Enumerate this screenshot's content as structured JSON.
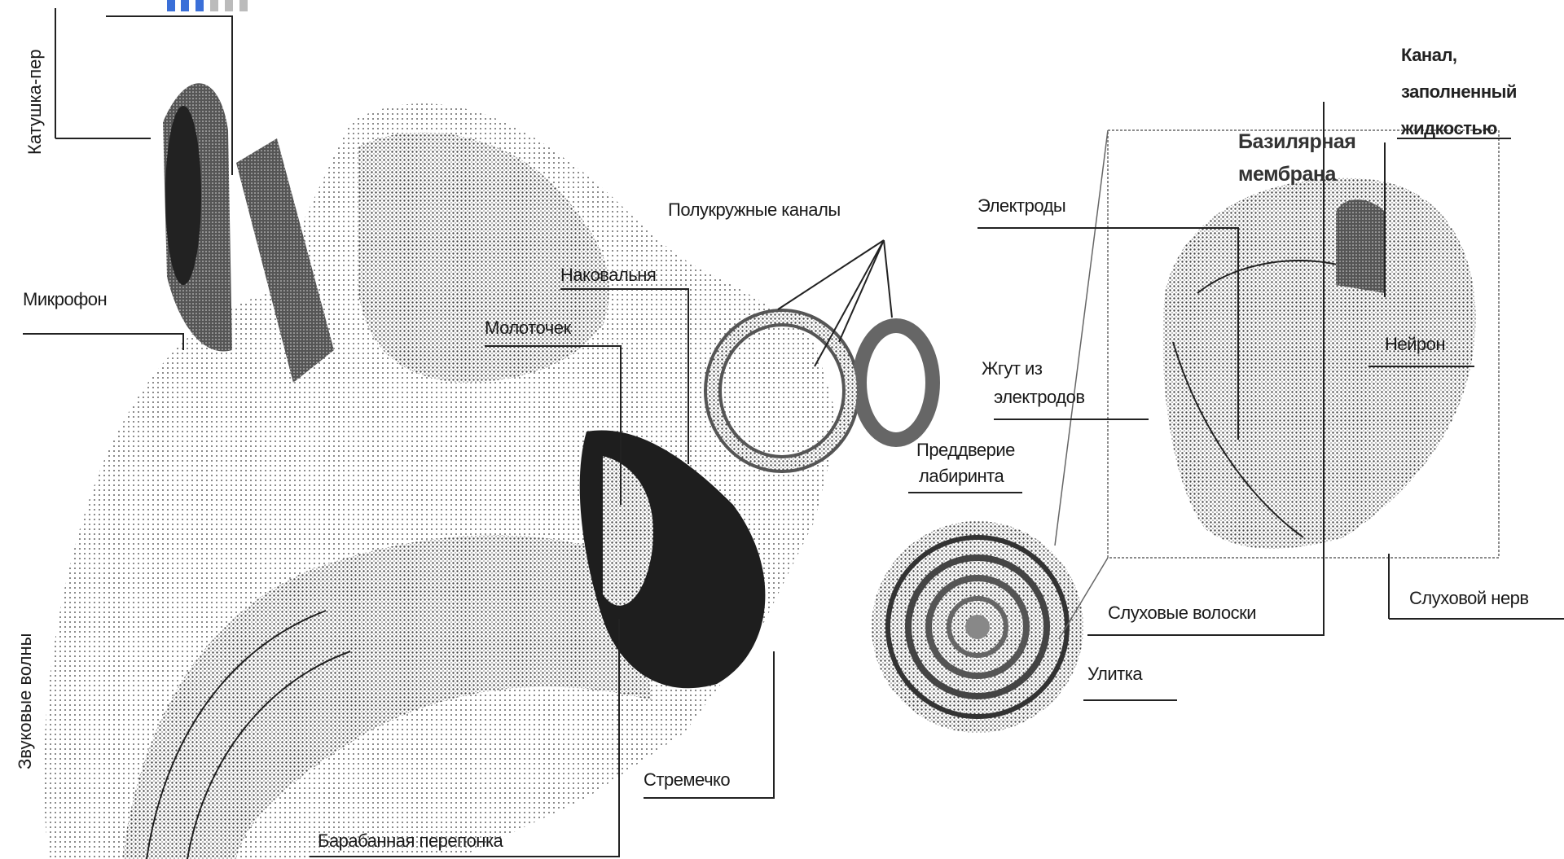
{
  "labels": {
    "coil": "Катушка-пер",
    "microphone": "Микрофон",
    "sound_waves": "Звуковые волны",
    "semicircular": "Полукружные каналы",
    "incus": "Наковальня",
    "malleus": "Молоточек",
    "stapes": "Стремечко",
    "eardrum": "Барабанная перепонка",
    "vestibule_1": "Преддверие",
    "vestibule_2": "лабиринта",
    "hair_cells": "Слуховые волоски",
    "cochlea": "Улитка",
    "electrodes": "Электроды",
    "bundle_1": "Жгут из",
    "bundle_2": "электродов",
    "basilar_1": "Базилярная",
    "basilar_2": "мембрана",
    "canal_1": "Канал,",
    "canal_2": "заполненный",
    "canal_3": "жидкостью",
    "neuron": "Нейрон",
    "auditory_nerve": "Слуховой нерв"
  },
  "colors": {
    "ink": "#222222",
    "halftone_light": "#bdbdbd",
    "halftone_mid": "#8c8c8c",
    "halftone_dark": "#4a4a4a",
    "logo_blue": "#3a6fd8"
  }
}
